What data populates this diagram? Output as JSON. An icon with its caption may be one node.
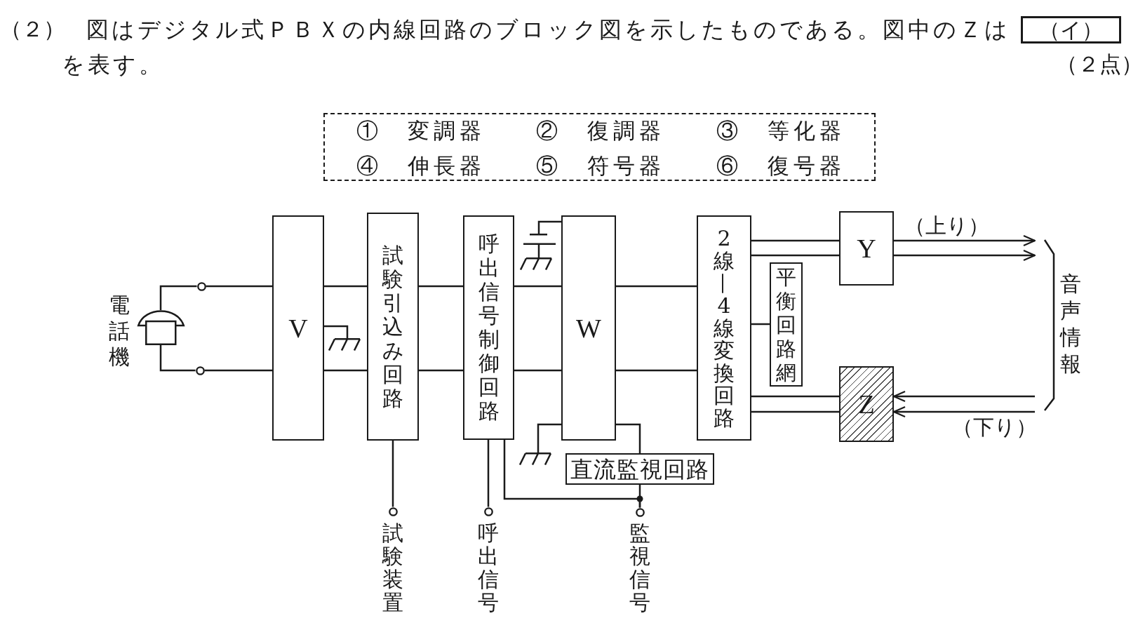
{
  "diagram": {
    "nodes": [
      {
        "text": [
          "①",
          "変調器",
          "②",
          "復調器",
          "③",
          "等化器",
          "④",
          "伸長器",
          "⑤",
          "符号器",
          "⑥",
          "復号器"
        ]
      },
      {
        "text": [],
        "shape": "picture",
        "beside": [
          "電話機"
        ]
      },
      {
        "text": [],
        "shape": "circle"
      },
      {
        "text": [],
        "shape": "circle"
      },
      {
        "text": [
          "V"
        ]
      },
      {
        "text": [],
        "shape": "ground"
      },
      {
        "text": [
          "試験引込み回路"
        ]
      },
      {
        "text": [
          "呼出信号制御回路"
        ]
      },
      {
        "text": [],
        "shape": "capacitor"
      },
      {
        "text": [],
        "shape": "ground"
      },
      {
        "text": [
          "W"
        ]
      },
      {
        "text": [],
        "shape": "ground"
      },
      {
        "text": [
          "直流監視回路"
        ]
      },
      {
        "text": [
          "2線—4線変換回路"
        ]
      },
      {
        "text": [
          "平衡回路網"
        ]
      },
      {
        "text": [
          "Y"
        ]
      },
      {
        "text": [
          "Z"
        ]
      },
      {
        "text": [],
        "shape": "circle",
        "beside": [
          "試験装置"
        ]
      },
      {
        "text": [],
        "shape": "circle",
        "beside": [
          "呼出信号"
        ]
      },
      {
        "text": [],
        "shape": "circle",
        "beside": [
          "監視信号"
        ]
      }
    ],
    "edges": [
      {
        "from": 1,
        "to": 2,
        "arrow": "none"
      },
      {
        "from": 2,
        "to": 4,
        "arrow": "none"
      },
      {
        "from": 1,
        "to": 3,
        "arrow": "none"
      },
      {
        "from": 3,
        "to": 4,
        "arrow": "none"
      },
      {
        "from": 4,
        "to": 5,
        "arrow": "none"
      },
      {
        "from": 4,
        "to": 6,
        "arrow": "none"
      },
      {
        "from": 4,
        "to": 6,
        "arrow": "none"
      },
      {
        "from": 6,
        "to": 7,
        "arrow": "none"
      },
      {
        "from": 6,
        "to": 7,
        "arrow": "none"
      },
      {
        "from": 7,
        "to": 10,
        "arrow": "none"
      },
      {
        "from": 7,
        "to": 10,
        "arrow": "none"
      },
      {
        "from": 10,
        "to": 8,
        "arrow": "none"
      },
      {
        "from": 8,
        "to": 9,
        "arrow": "none"
      },
      {
        "from": 10,
        "to": 11,
        "arrow": "none"
      },
      {
        "from": 10,
        "to": 12,
        "arrow": "none"
      },
      {
        "from": 10,
        "to": 13,
        "arrow": "none"
      },
      {
        "from": 10,
        "to": 13,
        "arrow": "none"
      },
      {
        "from": 13,
        "to": 15,
        "arrow": "none"
      },
      {
        "from": 13,
        "to": 15,
        "arrow": "none"
      },
      {
        "from": 13,
        "to": 14,
        "arrow": "none"
      },
      {
        "from": 13,
        "to": 16,
        "arrow": "none"
      },
      {
        "from": 13,
        "to": 16,
        "arrow": "none"
      },
      {
        "from": 15,
        "to": null,
        "arrow": "to"
      },
      {
        "from": 15,
        "to": null,
        "arrow": "to"
      },
      {
        "from": null,
        "to": 16,
        "arrow": "to"
      },
      {
        "from": null,
        "to": 16,
        "arrow": "to"
      },
      {
        "from": 6,
        "to": 17,
        "arrow": "none"
      },
      {
        "from": 7,
        "to": 18,
        "arrow": "none"
      },
      {
        "from": 7,
        "to": 19,
        "arrow": "none"
      },
      {
        "from": 12,
        "to": 19,
        "arrow": "none"
      }
    ],
    "labels": [
      "（２）",
      "図はデジタル式ＰＢＸの内線回路のブロック図を示したものである。図中のＺは",
      "（イ）",
      "を表す。",
      "（２点）",
      "（上り）",
      "音声情報",
      "（下り）"
    ]
  }
}
